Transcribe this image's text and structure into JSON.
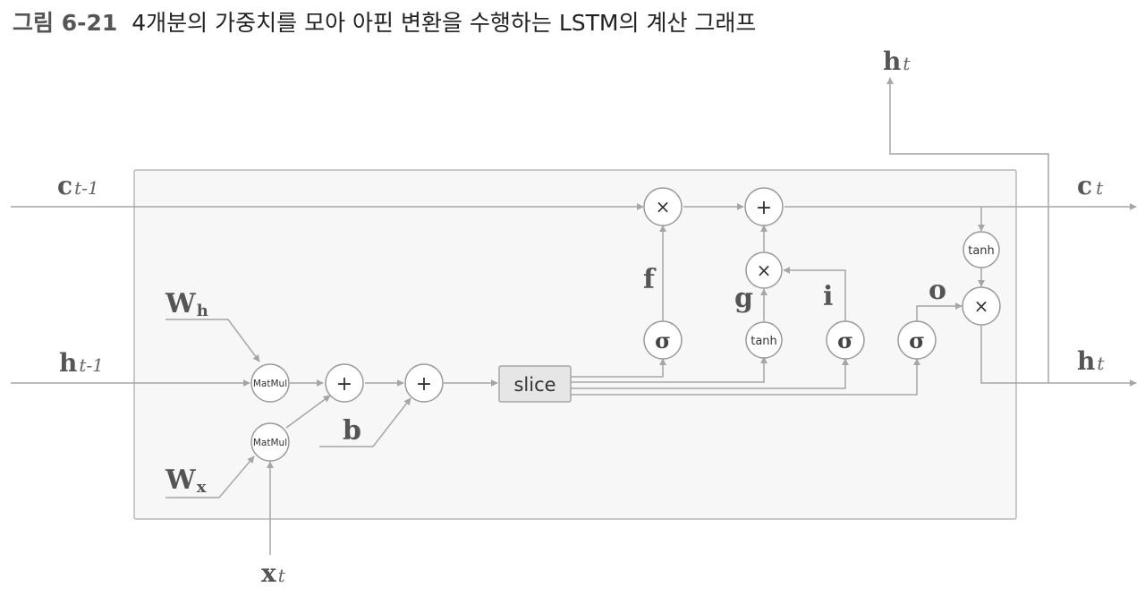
{
  "caption": {
    "number": "그림 6-21",
    "title": "4개분의 가중치를 모아 아핀 변환을 수행하는 LSTM의 계산 그래프"
  },
  "labels": {
    "c_prev": {
      "base": "c",
      "sub": "t-1"
    },
    "h_prev": {
      "base": "h",
      "sub": "t-1"
    },
    "c_next": {
      "base": "c",
      "sub": "t"
    },
    "h_next": {
      "base": "h",
      "sub": "t"
    },
    "h_top": {
      "base": "h",
      "sub": "t"
    },
    "x_in": {
      "base": "x",
      "sub": "t"
    },
    "W_h": {
      "base": "W",
      "sub": "h"
    },
    "W_x": {
      "base": "W",
      "sub": "x"
    },
    "b": "b",
    "f": "f",
    "g": "g",
    "i": "i",
    "o": "o"
  },
  "nodes": {
    "matmul": "MatMul",
    "plus": "+",
    "times": "×",
    "sigma": "σ",
    "tanh": "tanh",
    "slice": "slice"
  },
  "colors": {
    "line": "#a6a6a6",
    "box_fill": "#f6f7f6",
    "box_stroke": "#b8b8b8",
    "node_stroke": "#9a9a9a",
    "slice_fill": "#e6e6e6"
  }
}
